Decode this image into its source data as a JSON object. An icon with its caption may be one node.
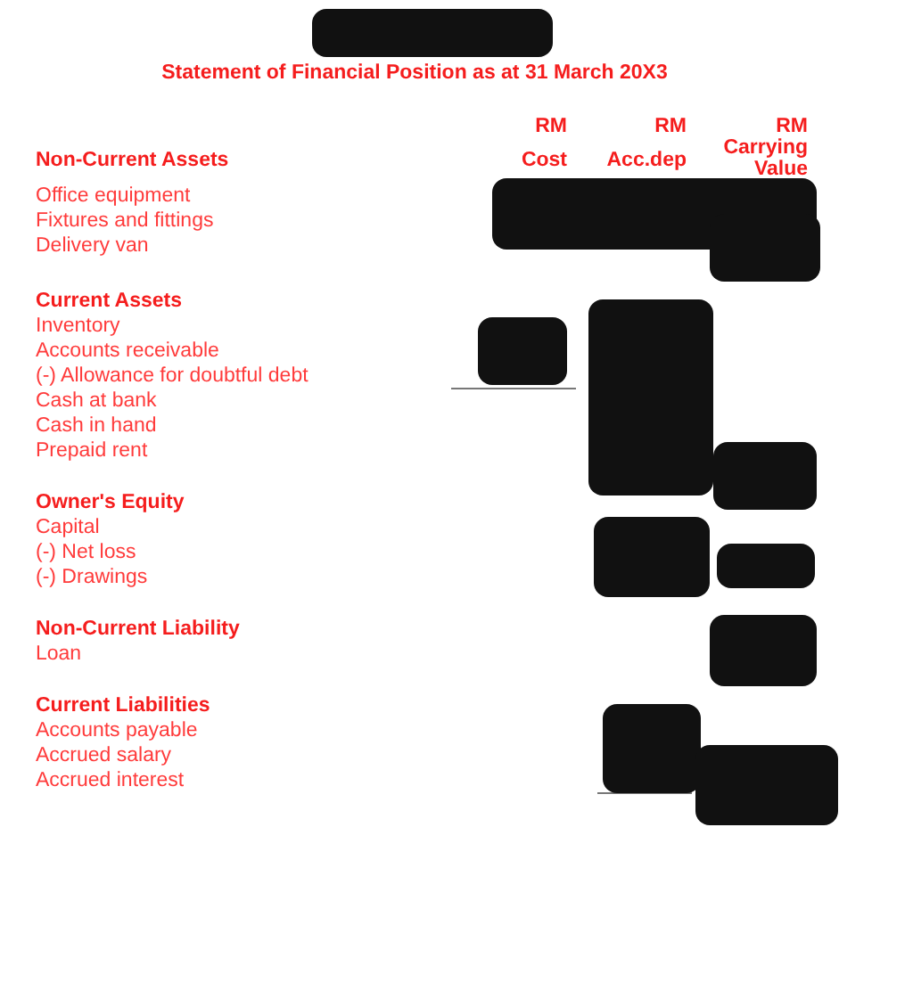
{
  "diagram": {
    "title": "Statement of Financial Position as at 31 March 20X3",
    "labels": [
      "RM",
      "RM",
      "RM",
      "Non-Current Assets",
      "Cost",
      "Acc.dep",
      "Carrying Value",
      "Office equipment",
      "Fixtures and fittings",
      "Delivery van",
      "Current Assets",
      "Inventory",
      "Accounts receivable",
      "(-) Allowance for doubtful debt",
      "Cash at bank",
      "Cash in hand",
      "Prepaid rent",
      "Owner's Equity",
      "Capital",
      "(-) Net loss",
      "(-) Drawings",
      "Non-Current Liability",
      "Loan",
      "Current Liabilities",
      "Accounts payable",
      "Accrued salary",
      "Accrued interest"
    ]
  }
}
